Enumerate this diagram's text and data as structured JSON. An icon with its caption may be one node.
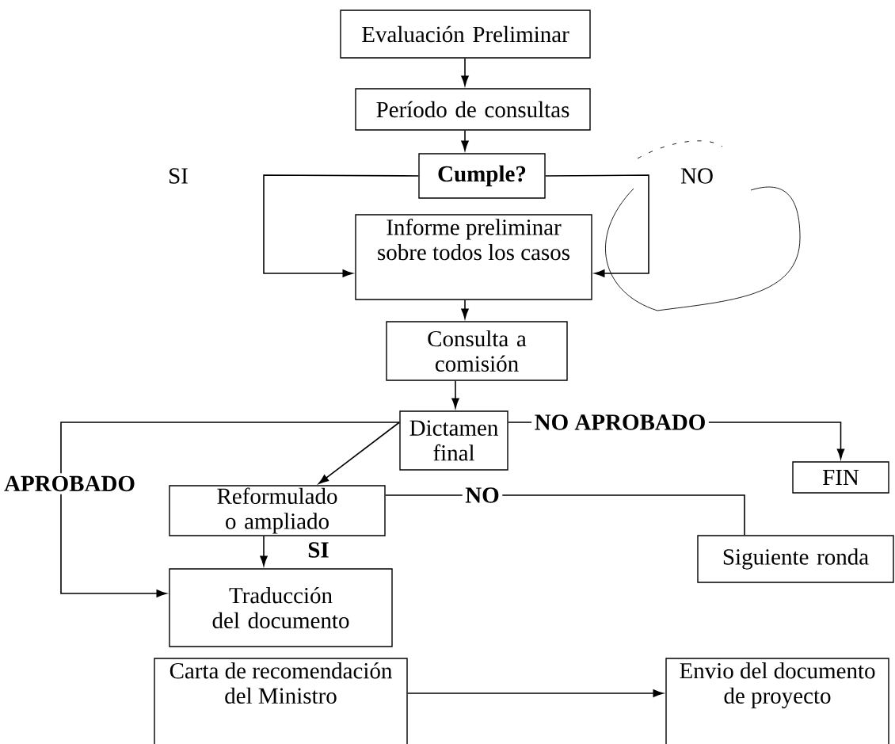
{
  "diagram": {
    "nodes": [
      {
        "text": [
          "Evaluación Preliminar"
        ]
      },
      {
        "text": [
          "Período de consultas"
        ]
      },
      {
        "text": [
          "Cumple?"
        ]
      },
      {
        "text": [
          "Informe preliminar sobre todos los casos"
        ]
      },
      {
        "text": [
          "Consulta a comisión"
        ]
      },
      {
        "text": [
          "Dictamen final"
        ]
      },
      {
        "text": [
          "FIN"
        ]
      },
      {
        "text": [
          "Reformulado o ampliado"
        ]
      },
      {
        "text": [
          "Siguiente ronda"
        ]
      },
      {
        "text": [
          "Traducción del documento"
        ]
      },
      {
        "text": [
          "Carta de recomendación del Ministro"
        ]
      },
      {
        "text": [
          "Envio del documento de proyecto"
        ]
      }
    ],
    "edges": [
      {
        "from": 0,
        "to": 1,
        "arrow": "to"
      },
      {
        "from": 1,
        "to": 2,
        "arrow": "to"
      },
      {
        "from": 2,
        "to": 3,
        "arrow": "to",
        "label": "SI"
      },
      {
        "from": 2,
        "to": 3,
        "arrow": "to",
        "label": "NO"
      },
      {
        "from": 3,
        "to": 4,
        "arrow": "to"
      },
      {
        "from": 4,
        "to": 5,
        "arrow": "to"
      },
      {
        "from": 5,
        "to": 6,
        "arrow": "to",
        "label": "NO APROBADO"
      },
      {
        "from": 5,
        "to": 7,
        "arrow": "to"
      },
      {
        "from": 5,
        "to": 9,
        "arrow": "to",
        "label": "APROBADO"
      },
      {
        "from": 7,
        "to": 8,
        "arrow": "none",
        "label": "NO"
      },
      {
        "from": 7,
        "to": 9,
        "arrow": "to",
        "label": "SI"
      },
      {
        "from": 10,
        "to": 11,
        "arrow": "to"
      }
    ]
  }
}
